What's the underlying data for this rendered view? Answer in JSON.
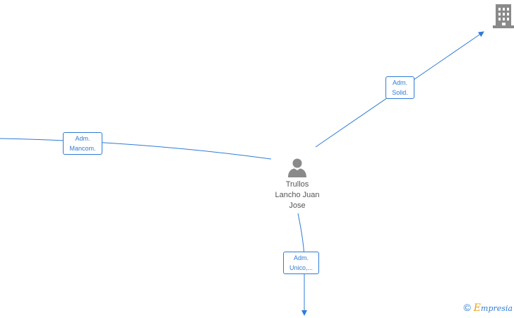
{
  "person": {
    "name_lines": [
      "Trullos",
      "Lancho Juan",
      "Jose"
    ],
    "icon": "person-icon"
  },
  "company_node": {
    "icon": "building-icon"
  },
  "edges": [
    {
      "id": "adm-mancom",
      "label_lines": [
        "Adm.",
        "Mancom."
      ]
    },
    {
      "id": "adm-solid",
      "label_lines": [
        "Adm.",
        "Solid."
      ]
    },
    {
      "id": "adm-unico",
      "label_lines": [
        "Adm.",
        "Unico,..."
      ]
    }
  ],
  "watermark": {
    "symbol": "©",
    "brand_initial": "E",
    "brand_rest": "mpresia"
  },
  "colors": {
    "edge": "#2f7bd6",
    "label_text": "#2f7bd6",
    "icon": "#8a8a8a",
    "person_text": "#555555",
    "brand_orange": "#e8a21b"
  }
}
